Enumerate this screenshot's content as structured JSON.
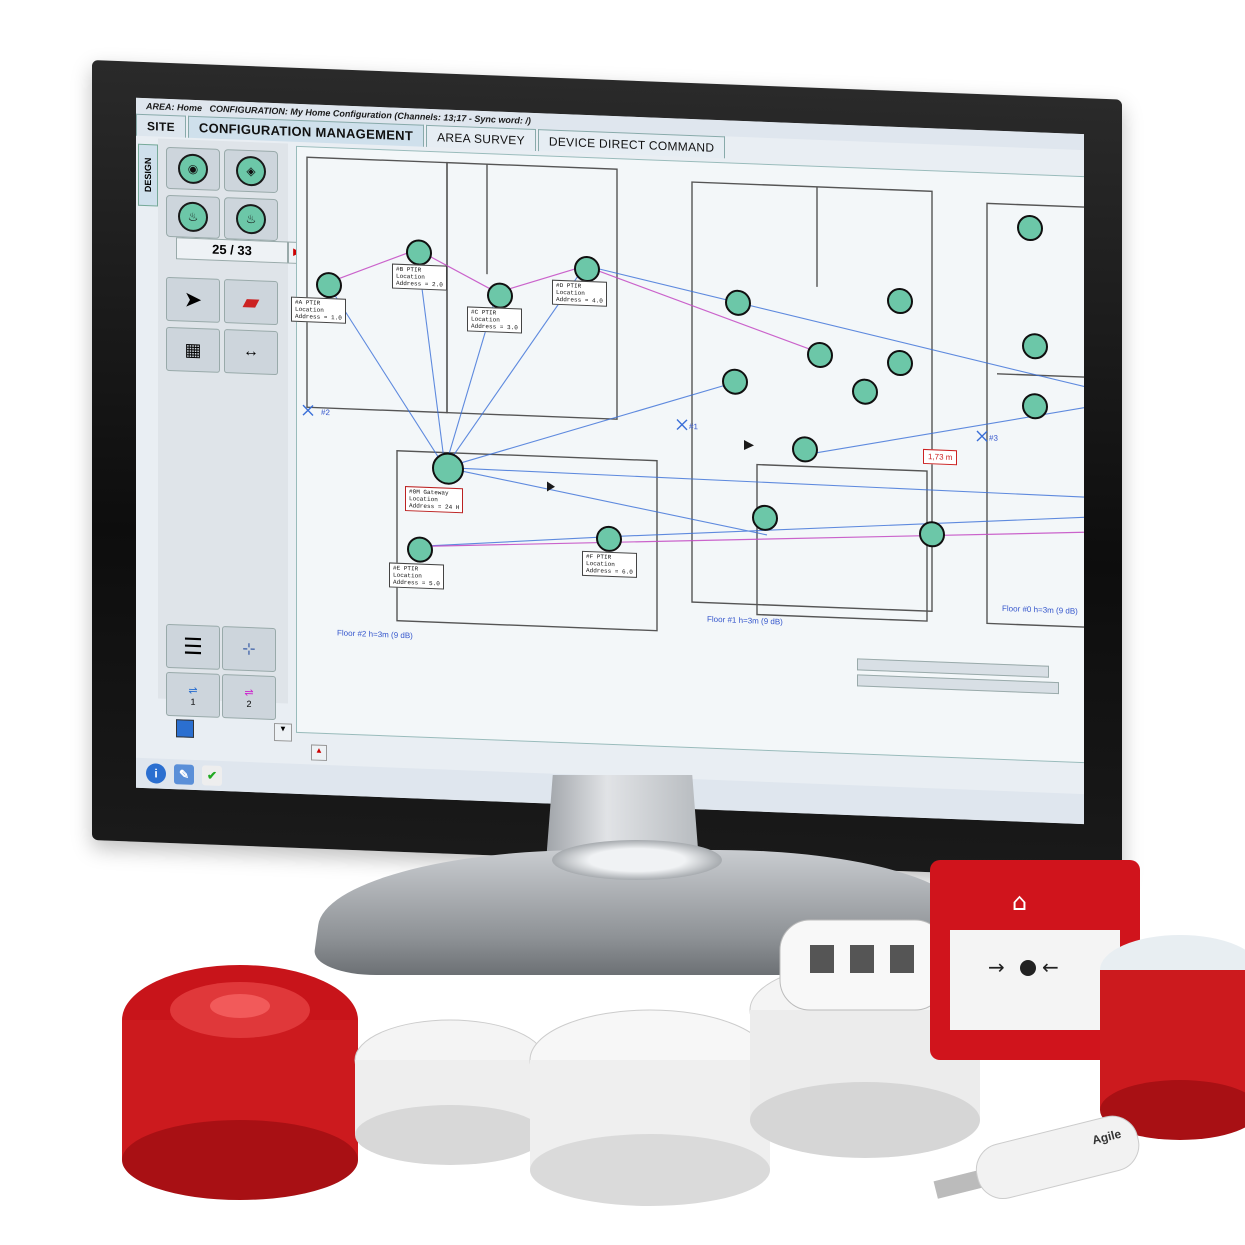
{
  "header": {
    "area_label": "AREA:",
    "area_value": "Home",
    "config_label": "CONFIGURATION:",
    "config_value": "My Home Configuration (Channels: 13;17 - Sync word: /)"
  },
  "tabs": [
    {
      "label": "SITE"
    },
    {
      "label": "CONFIGURATION MANAGEMENT"
    },
    {
      "label": "AREA SURVEY"
    },
    {
      "label": "DEVICE DIRECT COMMAND"
    }
  ],
  "side_tab": "DESIGN",
  "palette": {
    "pager": "25 / 33"
  },
  "layer_tools": [
    {
      "label": "1"
    },
    {
      "label": "2"
    }
  ],
  "canvas": {
    "floors": [
      {
        "label": "Floor #2 h=3m (9 dB)"
      },
      {
        "label": "Floor #1 h=3m (9 dB)"
      },
      {
        "label": "Floor #0 h=3m (9 dB)"
      }
    ],
    "markers": [
      "#2",
      "#1",
      "#3"
    ],
    "distance_label": "1,73 m",
    "gateway_label": "#0M Gateway\nLocation\nAddress = 24 H",
    "node_label_a": "#A PTIR\nLocation\nAddress = 1.0",
    "node_label_b": "#B PTIR\nLocation\nAddress = 2.0",
    "node_label_c": "#C PTIR\nLocation\nAddress = 3.0",
    "node_label_d": "#D PTIR\nLocation\nAddress = 4.0",
    "node_label_e": "#E PTIR\nLocation\nAddress = 5.0",
    "node_label_f": "#F PTIR\nLocation\nAddress = 6.0"
  },
  "product_brand": "Agile"
}
